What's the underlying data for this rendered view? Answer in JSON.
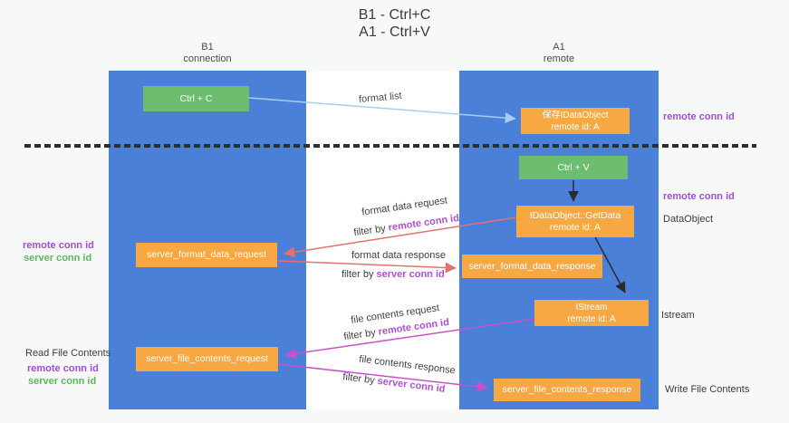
{
  "title": {
    "line1": "B1 - Ctrl+C",
    "line2": "A1 - Ctrl+V"
  },
  "lanes": {
    "left": {
      "name": "B1",
      "subtitle": "connection"
    },
    "right": {
      "name": "A1",
      "subtitle": "remote"
    }
  },
  "nodes": {
    "ctrl_c": {
      "label": "Ctrl + C"
    },
    "save_idataobject": {
      "line1": "保存IDataObject",
      "line2": "remote id: A"
    },
    "ctrl_v": {
      "label": "Ctrl + V"
    },
    "getdata": {
      "line1": "IDataObject::GetData",
      "line2": "remote id: A"
    },
    "format_request": {
      "label": "server_format_data_request"
    },
    "format_response": {
      "label": "server_format_data_response"
    },
    "istream": {
      "line1": "IStream",
      "line2": "remote id: A"
    },
    "file_request": {
      "label": "server_file_contents_request"
    },
    "file_response": {
      "label": "server_file_contents_response"
    }
  },
  "edge_labels": {
    "format_list": "format list",
    "format_data_request": "format data request",
    "format_data_response": "format data response",
    "file_contents_request": "file contents request",
    "file_contents_response": "file contents response",
    "filter_by": "filter by",
    "remote_conn_id": "remote conn id",
    "server_conn_id": "server conn id"
  },
  "annotations": {
    "right_top_remote_conn_id": "remote conn id",
    "right_mid_remote_conn_id": "remote conn id",
    "dataobject": "DataObject",
    "istream": "Istream",
    "write_file_contents": "Write File Contents",
    "left_remote_conn_id": "remote conn id",
    "left_server_conn_id": "server conn id",
    "read_file_contents": "Read File Contents",
    "left_bottom_remote_conn_id": "remote conn id",
    "left_bottom_server_conn_id": "server conn id"
  },
  "colors": {
    "lane_blue": "#4a80d8",
    "box_orange": "#f7a843",
    "box_green": "#6cbd70",
    "arrow_red": "#e57070",
    "arrow_magenta": "#cb4fcb",
    "arrow_light_blue": "#a8cdf1",
    "arrow_black": "#2b2b2b",
    "text_purple": "#a24fd0",
    "text_green": "#5cb85c",
    "background": "#f7f8f8",
    "channel_white": "#ffffff"
  }
}
